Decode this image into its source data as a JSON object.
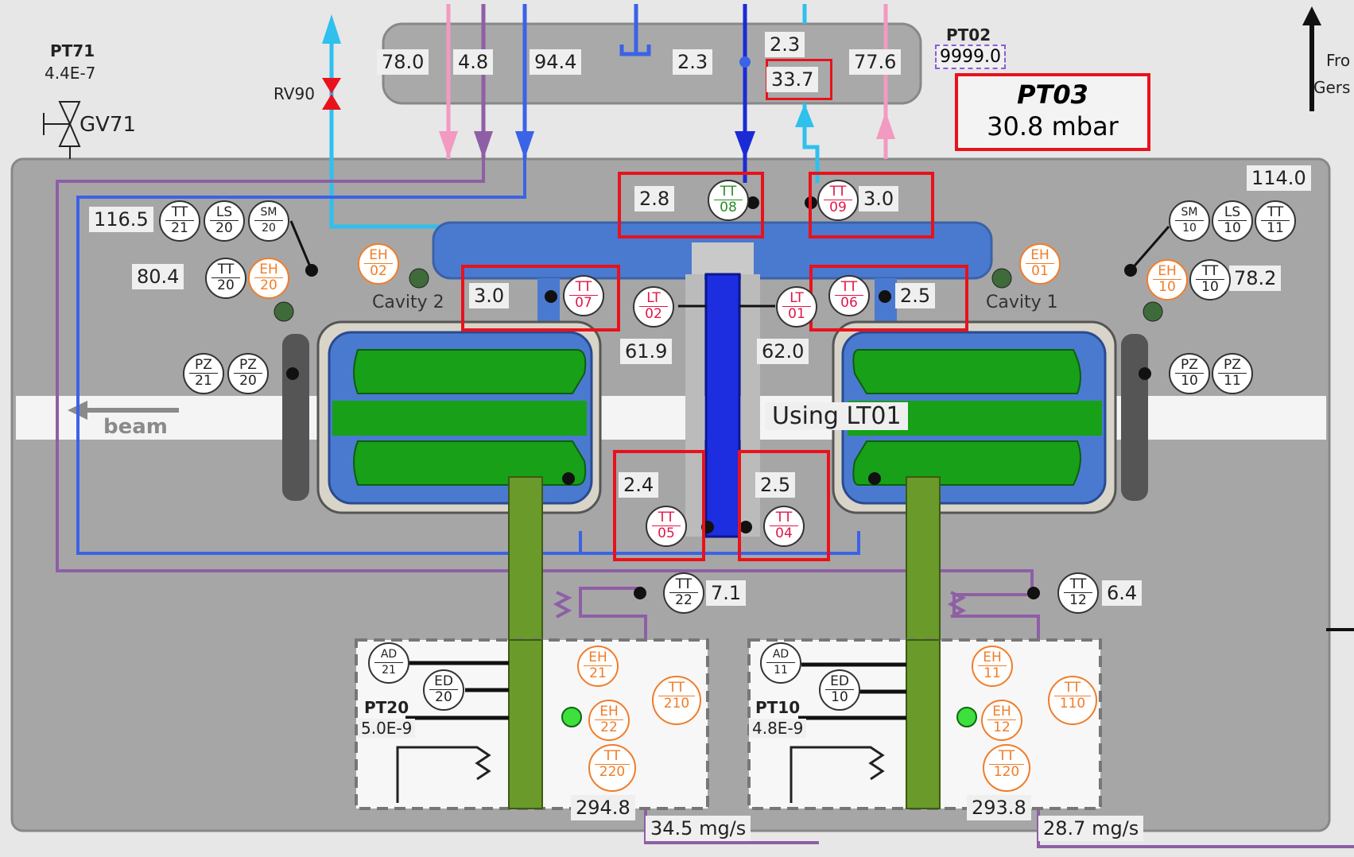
{
  "top_header": {
    "pt71_label": "PT71",
    "pt71_value": "4.4E-7",
    "gv71_label": "GV71",
    "rv90_label": "RV90",
    "pt02_label": "PT02",
    "pt02_value": "9999.0",
    "pt03_label": "PT03",
    "pt03_value": "30.8 mbar",
    "right_edge_text_1": "Fro",
    "right_edge_text_2": "Gers"
  },
  "manifold_values": {
    "v78_0": "78.0",
    "v4_8": "4.8",
    "v94_4": "94.4",
    "v2_3a": "2.3",
    "v2_3b": "2.3",
    "v33_7": "33.7",
    "v77_6": "77.6"
  },
  "left_module": {
    "v116_5": "116.5",
    "v80_4": "80.4",
    "cavity_label": "Cavity 2",
    "beam_label": "beam",
    "tt07_value": "3.0",
    "lt02_value": "61.9",
    "tt05_value": "2.4",
    "tt22_value": "7.1",
    "pt20_label": "PT20",
    "pt20_value": "5.0E-9",
    "bottom_value": "294.8",
    "flow": "34.5 mg/s"
  },
  "right_module": {
    "v114_0": "114.0",
    "v78_2": "78.2",
    "cavity_label": "Cavity 1",
    "tt06_value": "2.5",
    "lt01_value": "62.0",
    "tt04_value": "2.5",
    "tt12_value": "6.4",
    "pt10_label": "PT10",
    "pt10_value": "4.8E-9",
    "bottom_value": "293.8",
    "flow": "28.7 mg/s"
  },
  "center": {
    "tt08_value": "2.8",
    "tt09_value": "3.0",
    "using_label": "Using LT01"
  },
  "instruments": {
    "tt21": [
      "TT",
      "21"
    ],
    "ls20": [
      "LS",
      "20"
    ],
    "sm20": [
      "SM",
      "20"
    ],
    "tt20": [
      "TT",
      "20"
    ],
    "eh20": [
      "EH",
      "20"
    ],
    "eh02": [
      "EH",
      "02"
    ],
    "pz21": [
      "PZ",
      "21"
    ],
    "pz20": [
      "PZ",
      "20"
    ],
    "tt08": [
      "TT",
      "08"
    ],
    "tt09": [
      "TT",
      "09"
    ],
    "tt07": [
      "TT",
      "07"
    ],
    "lt02": [
      "LT",
      "02"
    ],
    "lt01": [
      "LT",
      "01"
    ],
    "tt06": [
      "TT",
      "06"
    ],
    "eh01": [
      "EH",
      "01"
    ],
    "sm10": [
      "SM",
      "10"
    ],
    "ls10": [
      "LS",
      "10"
    ],
    "tt11": [
      "TT",
      "11"
    ],
    "eh10": [
      "EH",
      "10"
    ],
    "tt10": [
      "TT",
      "10"
    ],
    "pz10": [
      "PZ",
      "10"
    ],
    "pz11": [
      "PZ",
      "11"
    ],
    "tt05": [
      "TT",
      "05"
    ],
    "tt04": [
      "TT",
      "04"
    ],
    "tt22": [
      "TT",
      "22"
    ],
    "tt12": [
      "TT",
      "12"
    ],
    "ad21": [
      "AD",
      "21"
    ],
    "ed20": [
      "ED",
      "20"
    ],
    "eh21": [
      "EH",
      "21"
    ],
    "eh22": [
      "EH",
      "22"
    ],
    "tt210": [
      "TT",
      "210"
    ],
    "tt220": [
      "TT",
      "220"
    ],
    "ad11": [
      "AD",
      "11"
    ],
    "ed10": [
      "ED",
      "10"
    ],
    "eh11": [
      "EH",
      "11"
    ],
    "eh12": [
      "EH",
      "12"
    ],
    "tt110": [
      "TT",
      "110"
    ],
    "tt120": [
      "TT",
      "120"
    ]
  },
  "colors": {
    "pink_line": "#f29ac0",
    "purple_line": "#8e5fa5",
    "blue_line": "#3b63e6",
    "cyan_line": "#2fc0ee",
    "dark_blue_line": "#1a2bd6",
    "cavity_green": "#18a018",
    "vessel_blue": "#4a7ad0",
    "highlight_red": "#e8121c"
  }
}
